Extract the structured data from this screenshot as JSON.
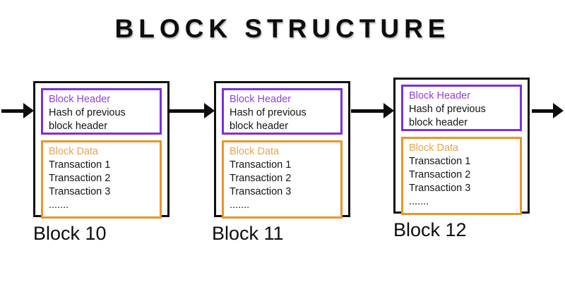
{
  "title": "BLOCK STRUCTURE",
  "colors": {
    "outline": "#0f0f0f",
    "purple_border": "#7c2fd9",
    "purple_text": "#9440e0",
    "orange_border": "#e8952b",
    "orange_text": "#eda24a"
  },
  "blocks": [
    {
      "label": "Block 10",
      "header_title": "Block Header",
      "header_body": "Hash of previous block header",
      "data_title": "Block Data",
      "transactions": [
        "Transaction 1",
        "Transaction 2",
        "Transaction 3",
        "......."
      ]
    },
    {
      "label": "Block 11",
      "header_title": "Block Header",
      "header_body": "Hash of previous block header",
      "data_title": "Block Data",
      "transactions": [
        "Transaction 1",
        "Transaction 2",
        "Transaction 3",
        "......."
      ]
    },
    {
      "label": "Block 12",
      "header_title": "Block Header",
      "header_body": "Hash of previous block header",
      "data_title": "Block Data",
      "transactions": [
        "Transaction 1",
        "Transaction 2",
        "Transaction 3",
        "......."
      ]
    }
  ]
}
